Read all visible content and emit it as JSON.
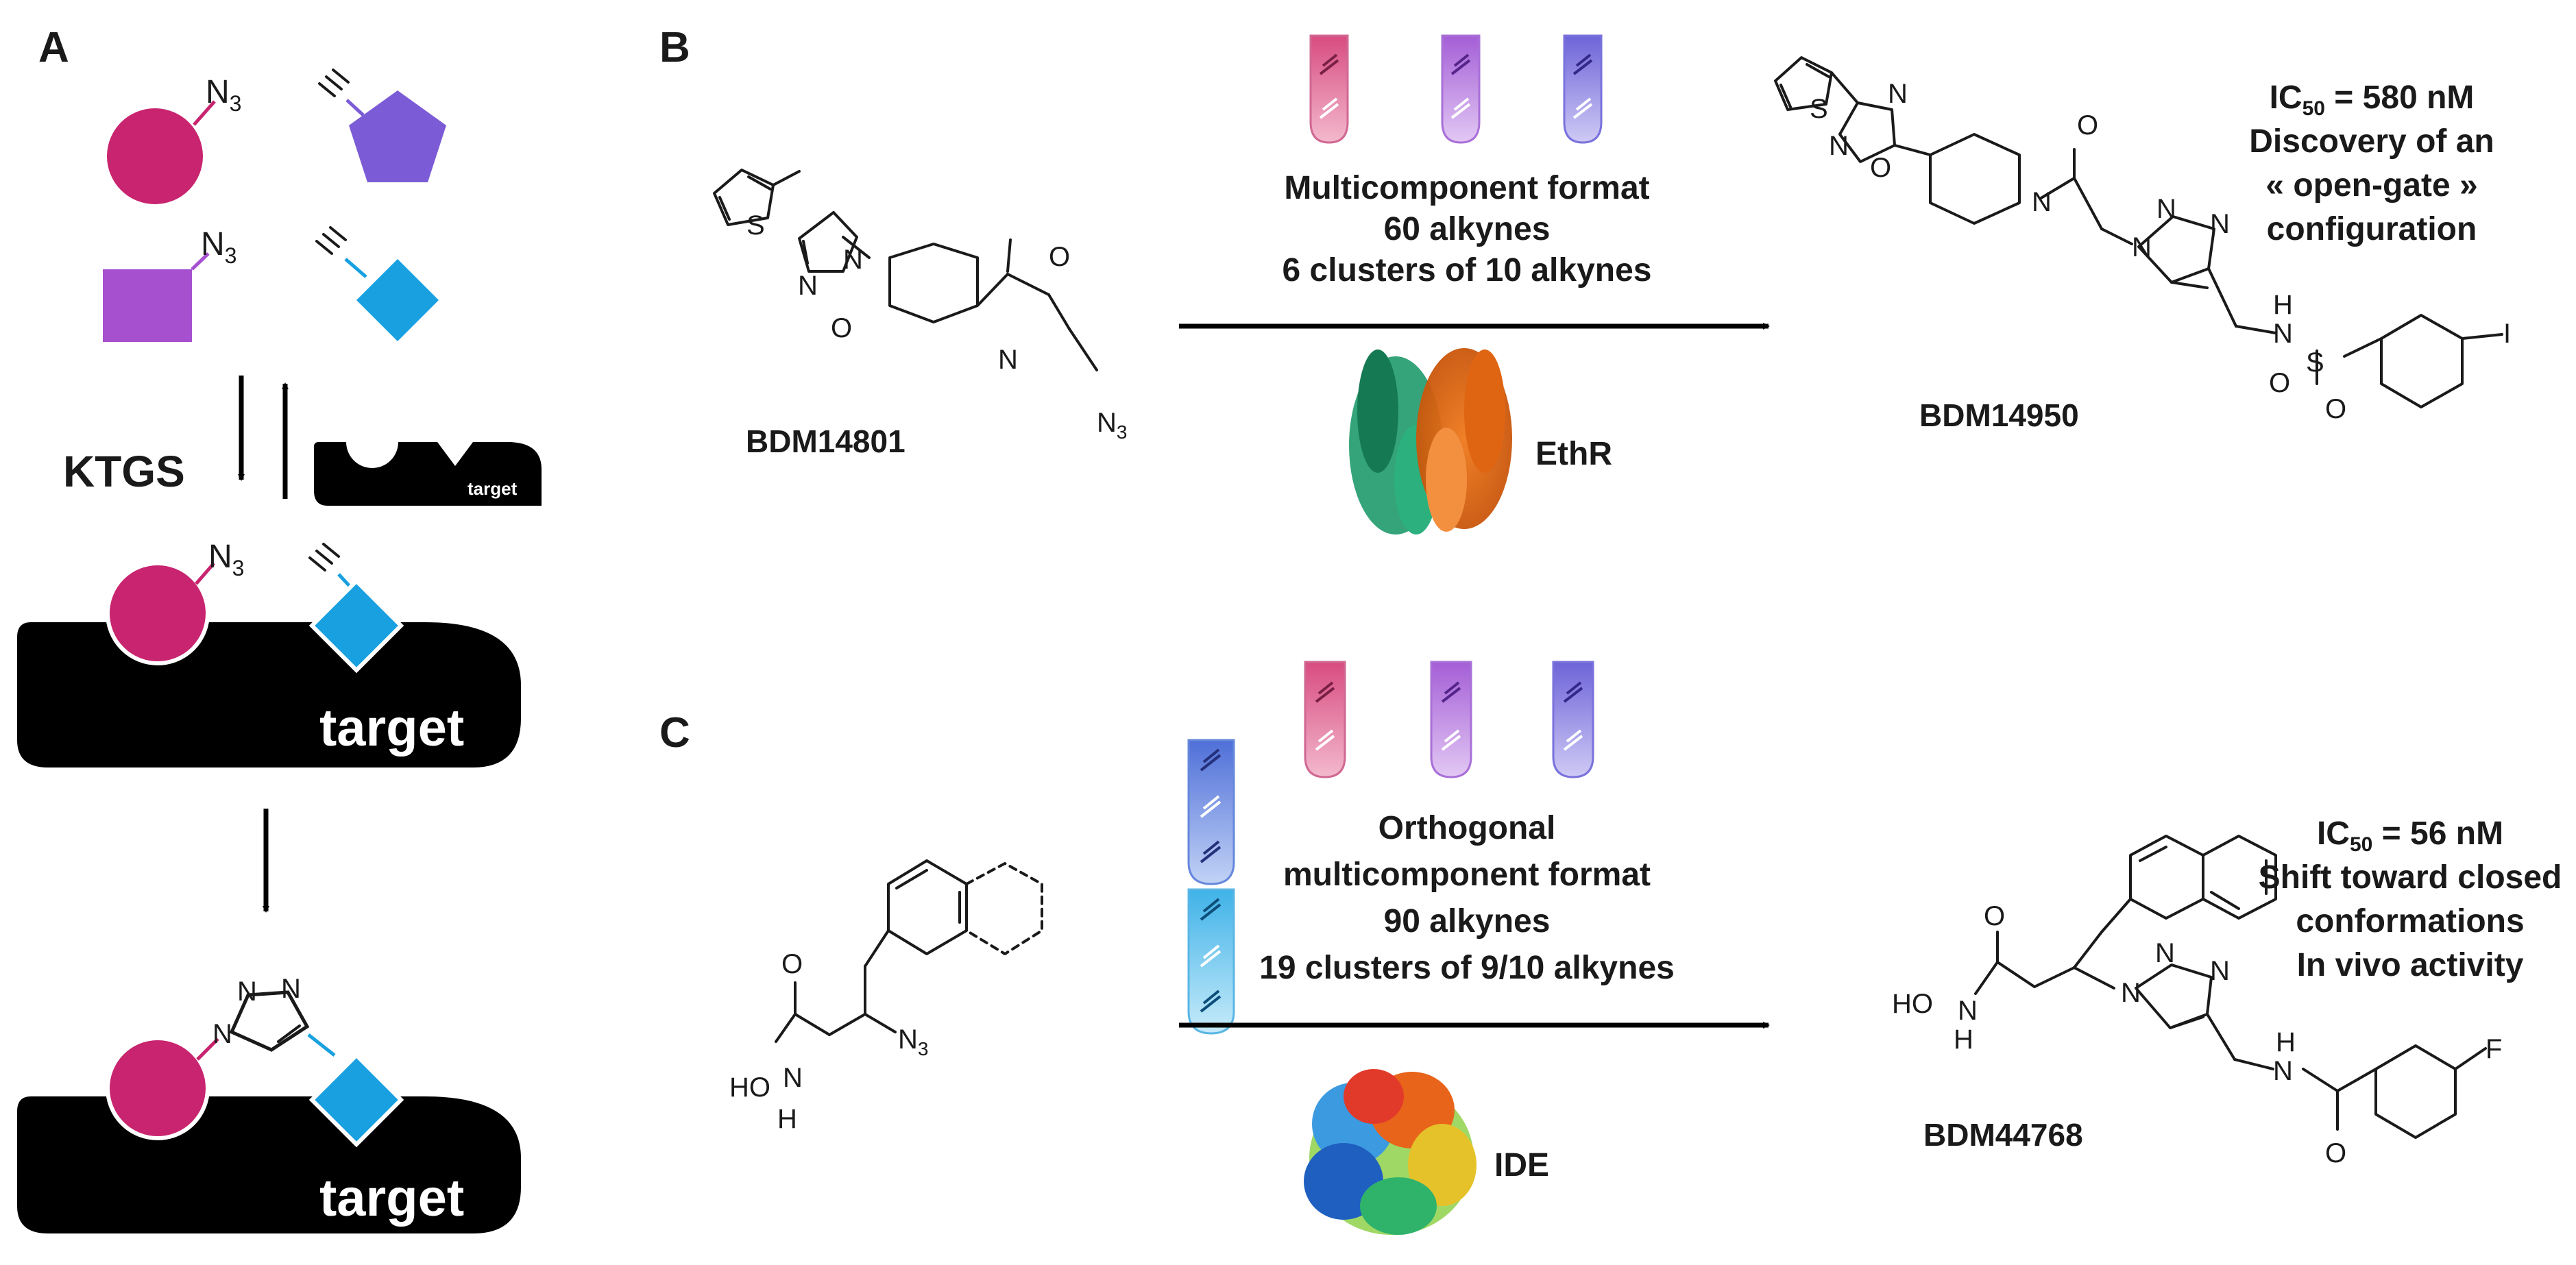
{
  "panels": {
    "A": {
      "label": "A",
      "azide": "N",
      "azide_sub": "3",
      "ktgs": "KTGS",
      "small_target": "target",
      "target": "target",
      "target2": "target",
      "triazole_n": "N"
    },
    "B": {
      "label": "B",
      "start_compound": "BDM14801",
      "format_lines": [
        "Multicomponent  format",
        "60 alkynes",
        "6 clusters of 10 alkynes"
      ],
      "protein": "EthR",
      "product": "BDM14950",
      "ic50_prefix": "IC",
      "ic50_sub": "50",
      "ic50_value": " = 580 nM",
      "notes": [
        "Discovery of an",
        "« open-gate »",
        "configuration"
      ]
    },
    "C": {
      "label": "C",
      "format_lines": [
        "Orthogonal",
        "multicomponent  format",
        "90 alkynes",
        "19 clusters  of 9/10 alkynes"
      ],
      "protein": "IDE",
      "product": "BDM44768",
      "ic50_prefix": "IC",
      "ic50_sub": "50",
      "ic50_value": " = 56 nM",
      "notes": [
        "Shift toward closed",
        "conformations",
        "In vivo activity"
      ]
    }
  },
  "atoms": {
    "S": "S",
    "N": "N",
    "O": "O",
    "I": "I",
    "F": "F",
    "H": "H",
    "HO": "HO",
    "N3": "N",
    "N3_sub": "3"
  },
  "colors": {
    "magenta": "#c8246f",
    "purple_square": "#a64fcf",
    "purple_pentagon": "#7b5bd6",
    "blue": "#18a0e0",
    "tube_pink": "#e07a9e",
    "tube_violet": "#b584e0",
    "tube_indigo": "#8a86e6",
    "tube_blue": "#7aa0e8",
    "tube_cyan": "#6fc6ee"
  }
}
